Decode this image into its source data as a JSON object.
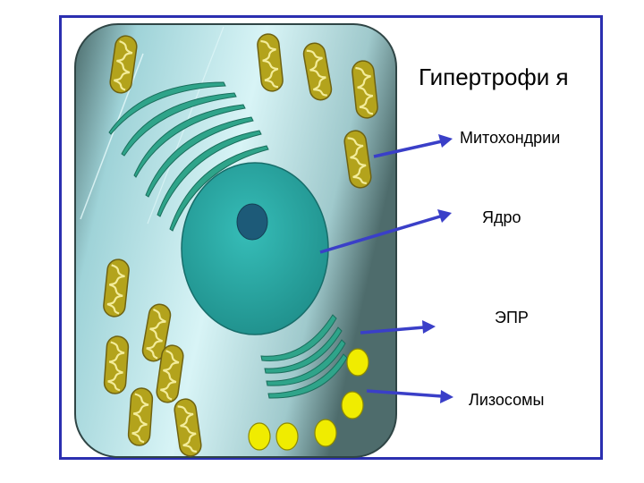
{
  "title": "Гипертрофи я",
  "labels": {
    "mitochondria": "Митохондрии",
    "nucleus": "Ядро",
    "er": "ЭПР",
    "lysosomes": "Лизосомы"
  },
  "colors": {
    "frame": "#2b2fb0",
    "arrow": "#3a3fc8",
    "cytoplasm_light": "#cdeff2",
    "cytoplasm_dark": "#4c6b6b",
    "nucleus": "#2aa8a4",
    "nucleolus": "#1d5a78",
    "mitochondria": "#b5a51e",
    "er": "#2fa48a",
    "lysosome": "#f0ec00"
  }
}
